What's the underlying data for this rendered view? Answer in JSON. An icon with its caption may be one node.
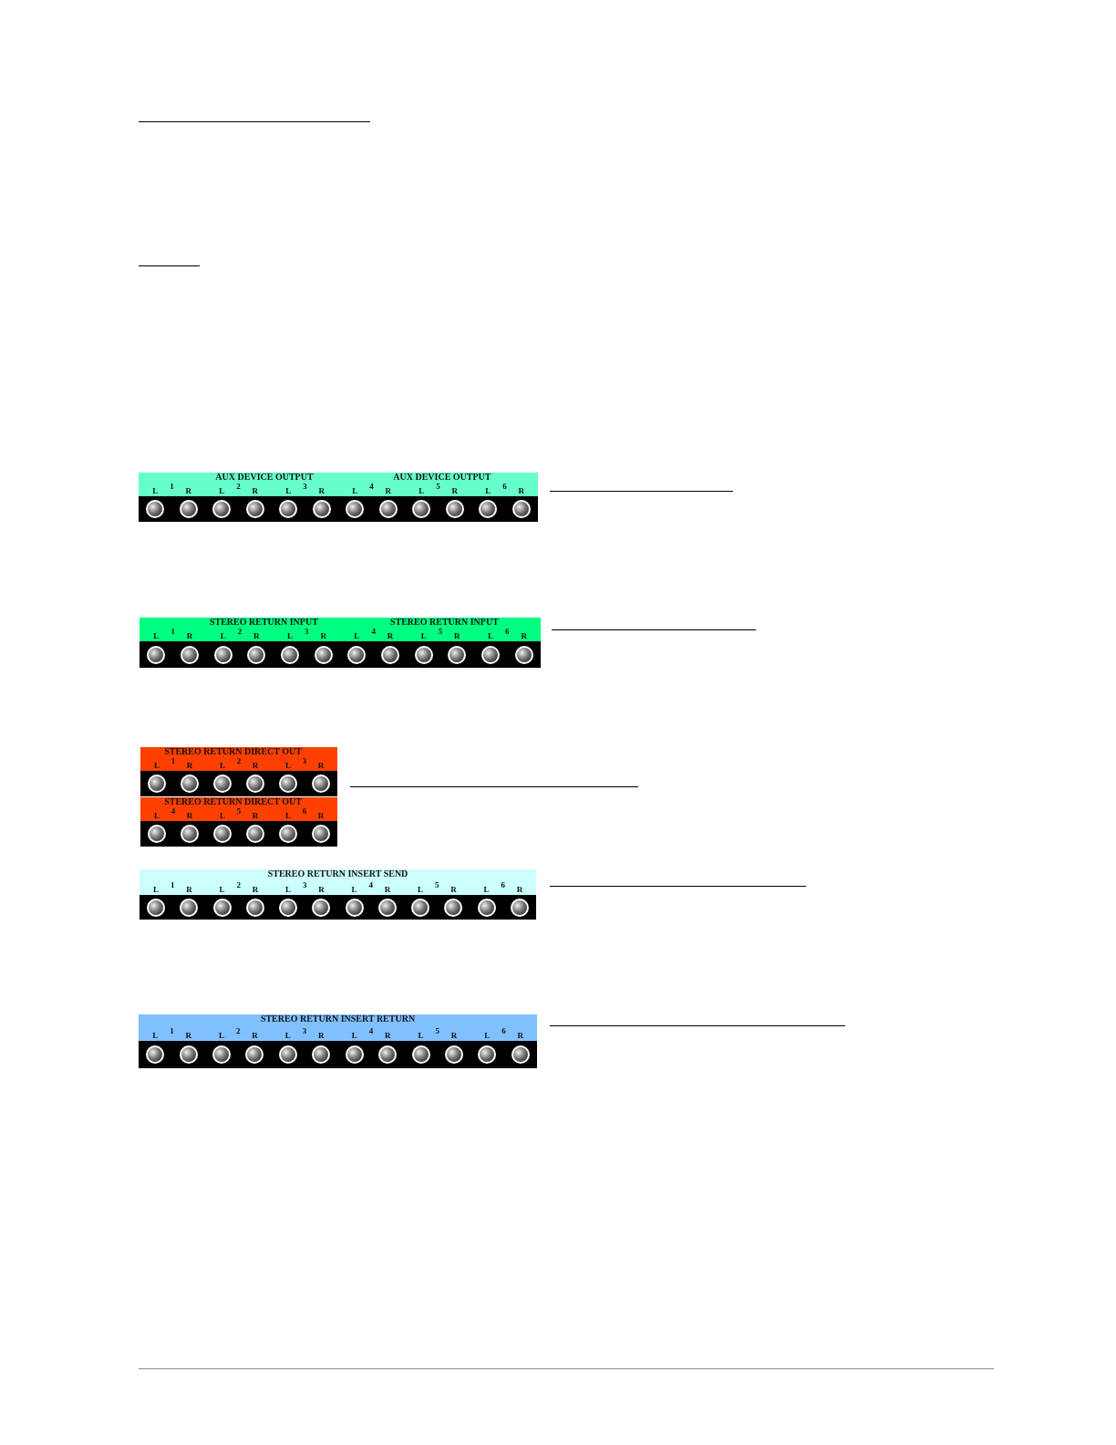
{
  "diagram": {
    "nodes": [
      {
        "text": [
          "AUX DEVICE OUTPUT",
          "AUX DEVICE OUTPUT",
          "L",
          "1",
          "R",
          "L",
          "2",
          "R",
          "L",
          "3",
          "R",
          "L",
          "4",
          "R",
          "L",
          "5",
          "R",
          "L",
          "6",
          "R"
        ]
      },
      {
        "text": [
          "STEREO RETURN INPUT",
          "STEREO RETURN INPUT",
          "L",
          "1",
          "R",
          "L",
          "2",
          "R",
          "L",
          "3",
          "R",
          "L",
          "4",
          "R",
          "L",
          "5",
          "R",
          "L",
          "6",
          "R"
        ]
      },
      {
        "text": [
          "STEREO RETURN DIRECT OUT",
          "L",
          "1",
          "R",
          "L",
          "2",
          "R",
          "L",
          "3",
          "R"
        ]
      },
      {
        "text": [
          "STEREO RETURN DIRECT OUT",
          "L",
          "4",
          "R",
          "L",
          "5",
          "R",
          "L",
          "6",
          "R"
        ]
      },
      {
        "text": [
          "STEREO RETURN INSERT SEND",
          "L",
          "1",
          "R",
          "L",
          "2",
          "R",
          "L",
          "3",
          "R",
          "L",
          "4",
          "R",
          "L",
          "5",
          "R",
          "L",
          "6",
          "R"
        ]
      },
      {
        "text": [
          "STEREO RETURN INSERT RETURN",
          "L",
          "1",
          "R",
          "L",
          "2",
          "R",
          "L",
          "3",
          "R",
          "L",
          "4",
          "R",
          "L",
          "5",
          "R",
          "L",
          "6",
          "R"
        ]
      }
    ]
  }
}
